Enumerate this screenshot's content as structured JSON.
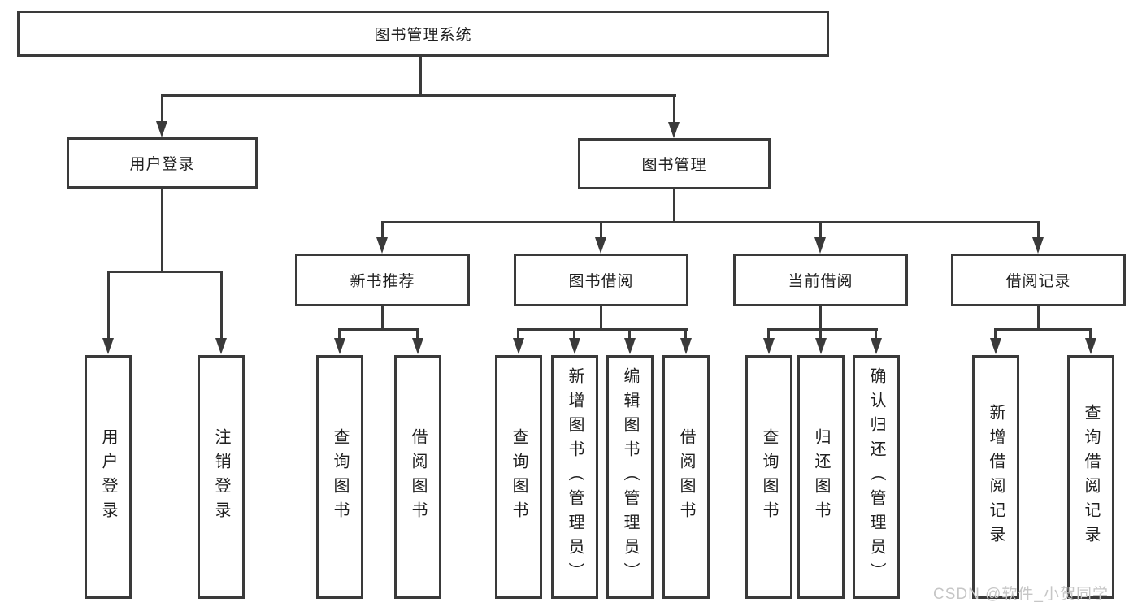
{
  "title_box": "图书管理系统",
  "level1": [
    "用户登录",
    "图书管理"
  ],
  "level2": [
    "新书推荐",
    "图书借阅",
    "当前借阅",
    "借阅记录"
  ],
  "leaves": {
    "user_login": [
      "用户登录",
      "注销登录"
    ],
    "new_books": [
      "查询图书",
      "借阅图书"
    ],
    "book_borrow": [
      "查询图书",
      "新增图书（管理员）",
      "编辑图书（管理员）",
      "借阅图书"
    ],
    "current_borrow": [
      "查询图书",
      "归还图书",
      "确认归还（管理员）"
    ],
    "borrow_records": [
      "新增借阅记录",
      "查询借阅记录"
    ]
  },
  "watermark": "CSDN @软件_小贺同学",
  "colors": {
    "line": "#3a3a3a",
    "text": "#1f1f1f",
    "background": "#ffffff",
    "watermark": "#c6c6c6"
  }
}
